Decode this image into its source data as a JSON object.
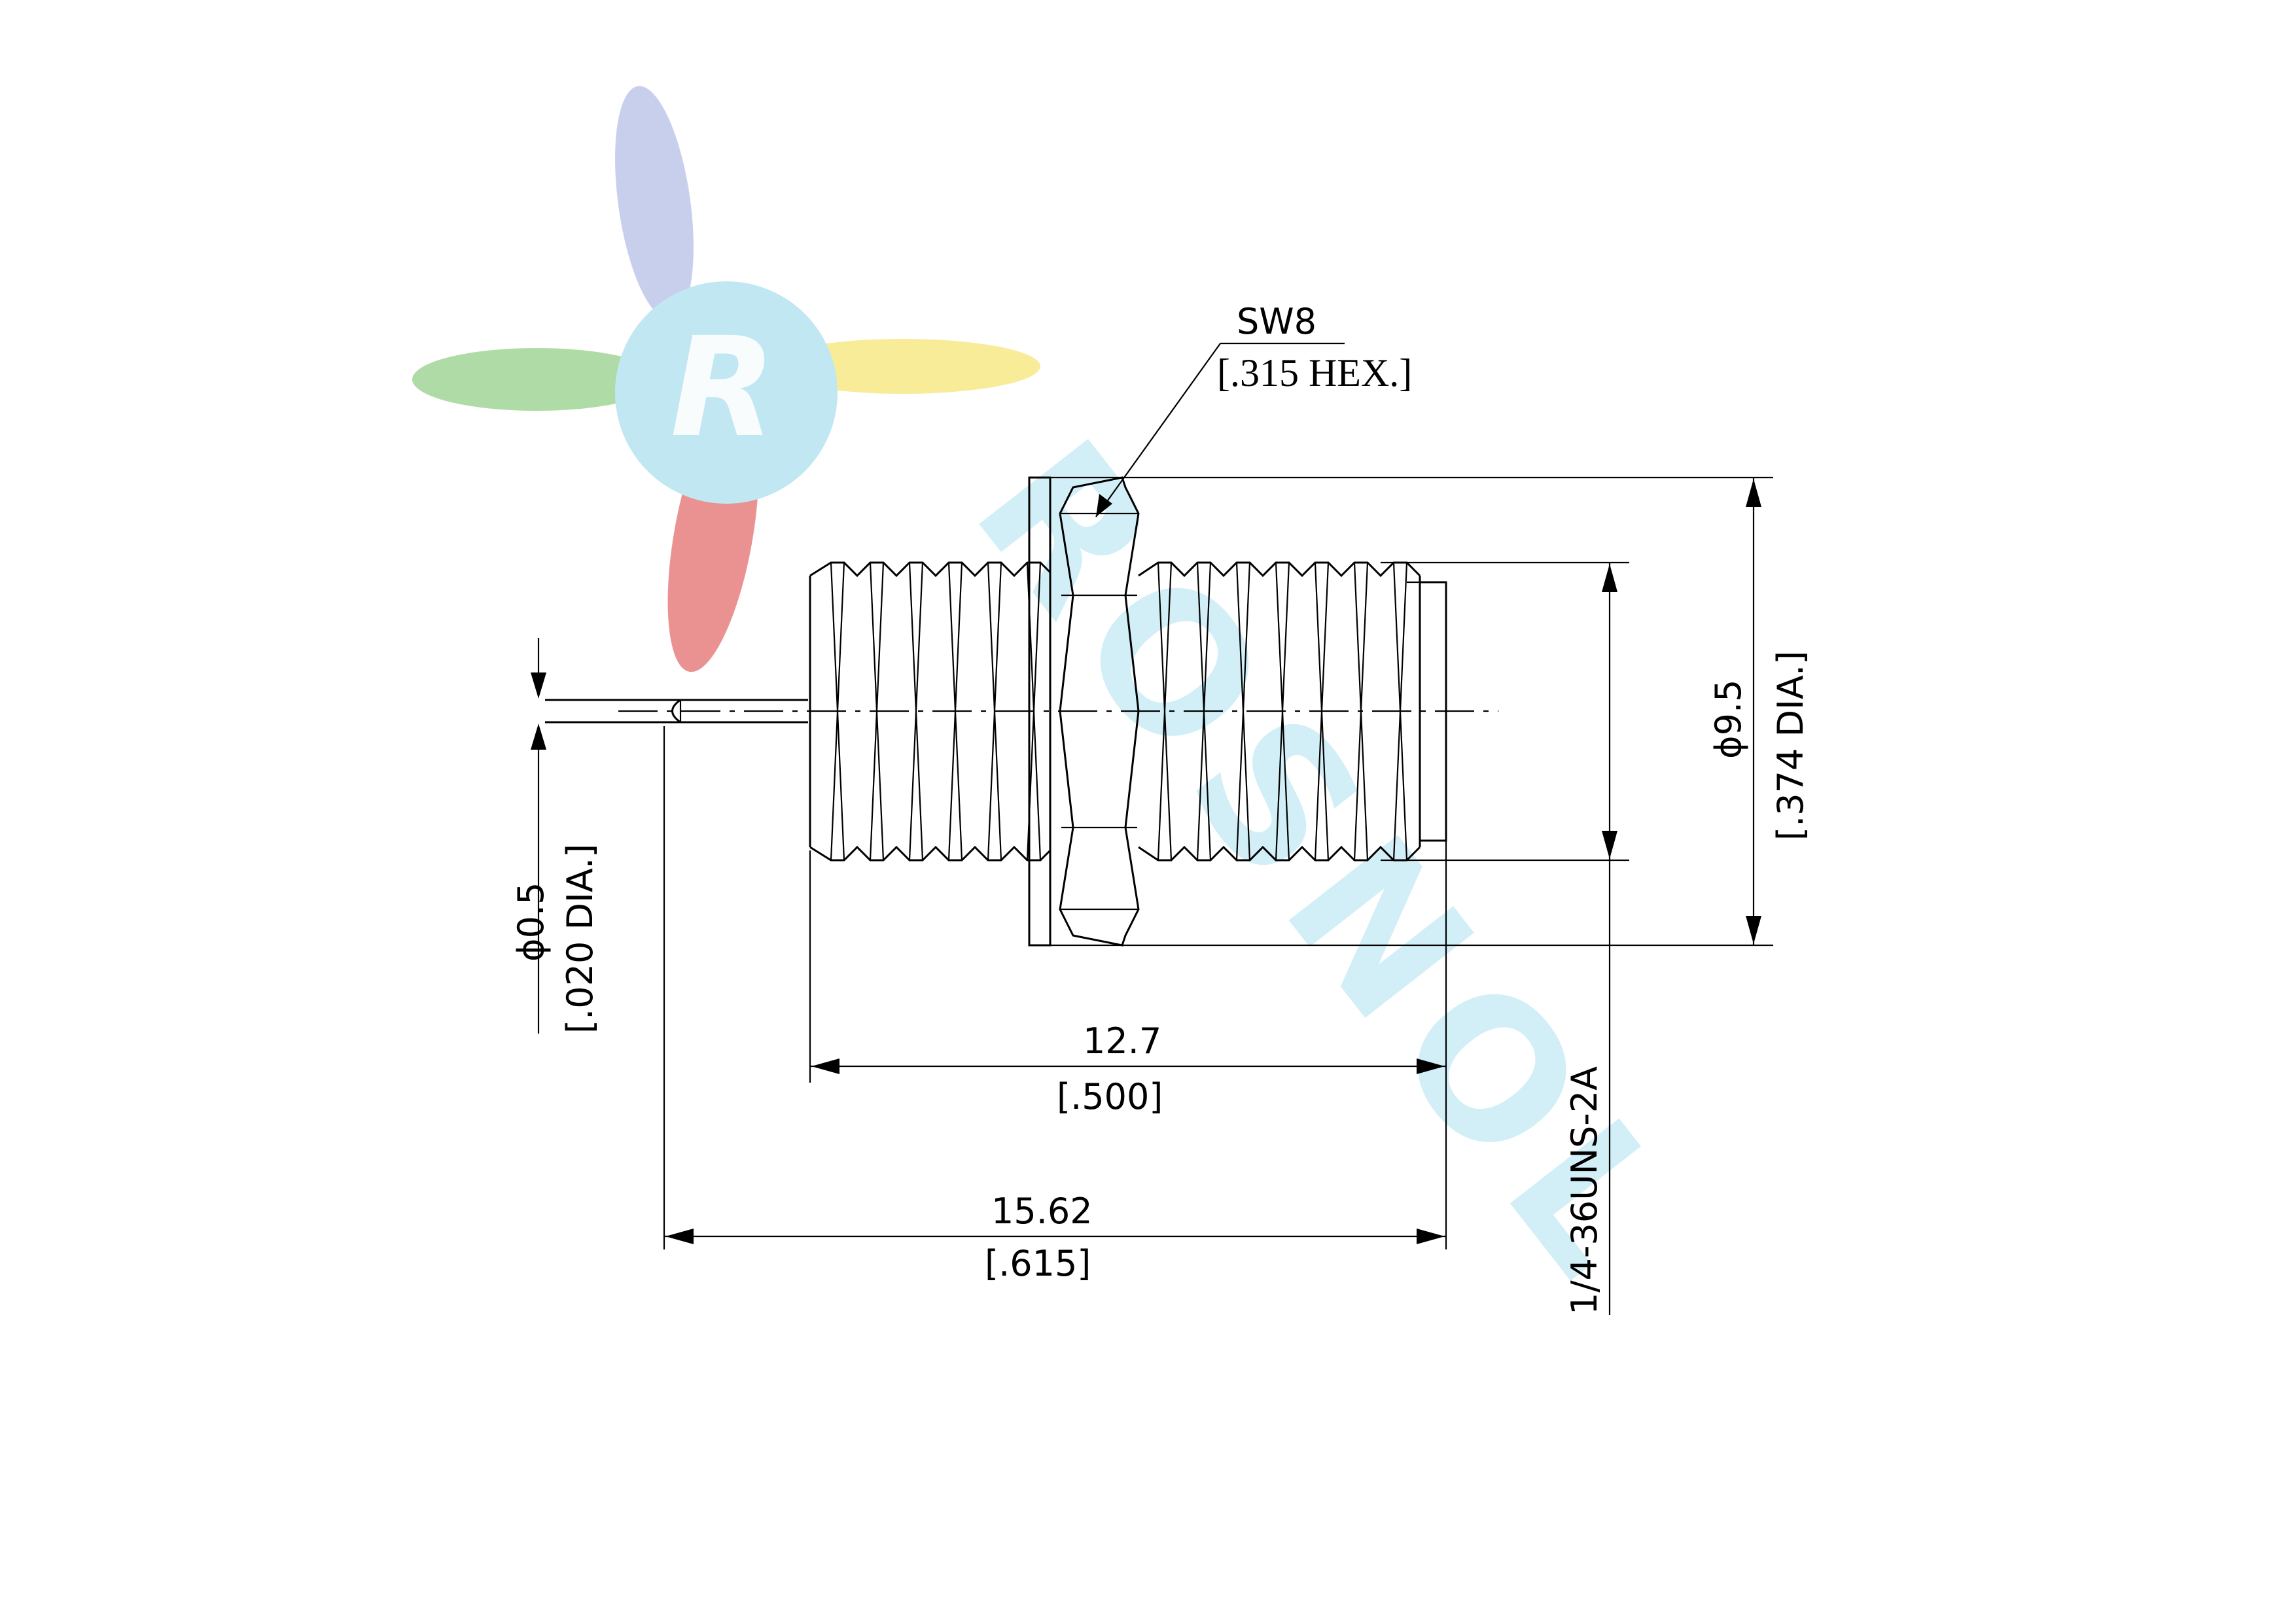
{
  "colors": {
    "line": "#000000",
    "logo_blue": "#9aa8dc",
    "logo_red": "#d9373a",
    "logo_green": "#6ec05e",
    "logo_yellow": "#f2dc46",
    "logo_center": "#8fd3e8",
    "watermark": "#bfe8f4"
  },
  "logo": {
    "letter": "R"
  },
  "watermark": {
    "text": "ROSNOL"
  },
  "labels": {
    "hex_size": "SW8",
    "hex_size_inch": "[.315 HEX.]",
    "body_dia": "ϕ9.5",
    "body_dia_inch": "[.374 DIA.]",
    "pin_dia": "ϕ0.5",
    "pin_dia_inch": "[.020 DIA.]",
    "thread_len": "12.7",
    "thread_len_inch": "[.500]",
    "total_len": "15.62",
    "total_len_inch": "[.615]",
    "thread_spec": "1/4-36UNS-2A"
  }
}
